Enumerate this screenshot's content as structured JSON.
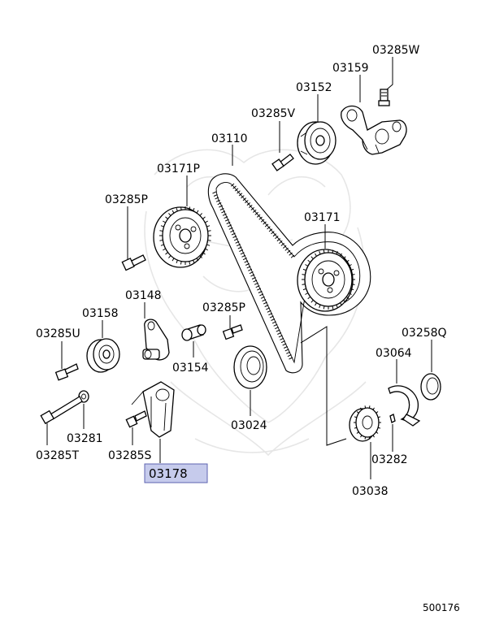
{
  "labels": {
    "p03285w": "03285W",
    "p03159": "03159",
    "p03152": "03152",
    "p03285v": "03285V",
    "p03110": "03110",
    "p03171p": "03171P",
    "p03285p_top": "03285P",
    "p03171": "03171",
    "p03148": "03148",
    "p03158": "03158",
    "p03285p_mid": "03285P",
    "p03285u": "03285U",
    "p03154": "03154",
    "p03258q": "03258Q",
    "p03064": "03064",
    "p03024": "03024",
    "p03281": "03281",
    "p03285t": "03285T",
    "p03285s": "03285S",
    "p03178": "03178",
    "p03282": "03282",
    "p03038": "03038"
  },
  "highlighted_part": "03178",
  "diagram_id": "500176",
  "colors": {
    "highlight_fill": "#c6cbec",
    "highlight_border": "#5d63b0",
    "line": "#000000",
    "watermark": "#e4e4e4"
  }
}
